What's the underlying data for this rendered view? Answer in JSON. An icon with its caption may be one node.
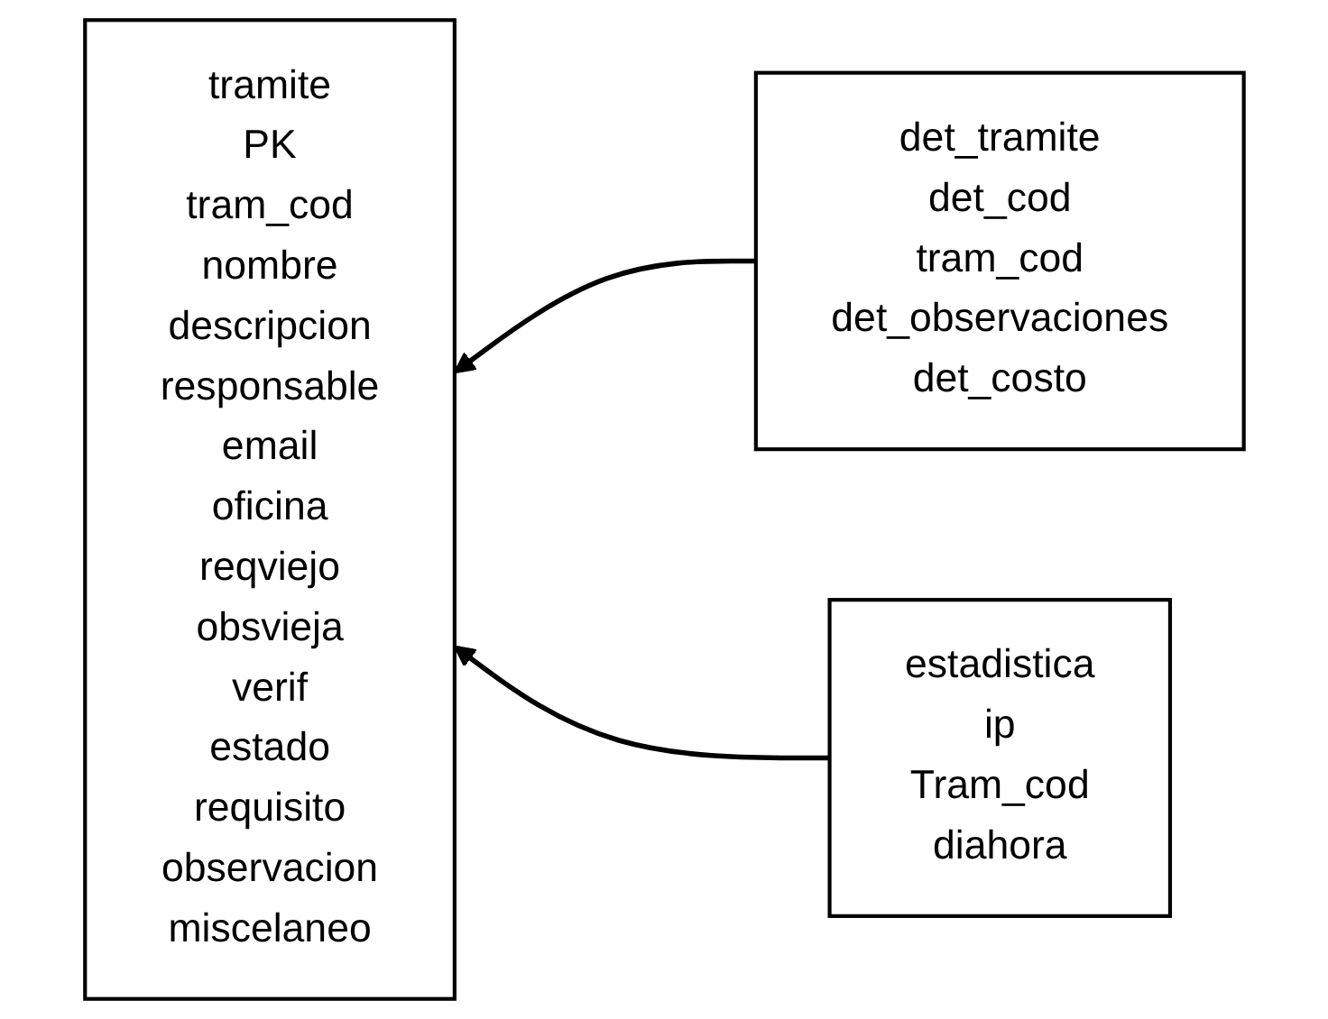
{
  "diagram": {
    "nodes": [
      {
        "text": [
          "tramite",
          "PK",
          "tram_cod",
          "nombre",
          "descripcion",
          "responsable",
          "email",
          "oficina",
          "reqviejo",
          "obsvieja",
          "verif",
          "estado",
          "requisito",
          "observacion",
          "miscelaneo"
        ]
      },
      {
        "text": [
          "det_tramite",
          "det_cod",
          "tram_cod",
          "det_observaciones",
          "det_costo"
        ]
      },
      {
        "text": [
          "estadistica",
          "ip",
          "Tram_cod",
          "diahora"
        ]
      }
    ],
    "edges": [
      {
        "from": 1,
        "to": 0,
        "arrow": "to"
      },
      {
        "from": 2,
        "to": 0,
        "arrow": "to"
      }
    ]
  }
}
